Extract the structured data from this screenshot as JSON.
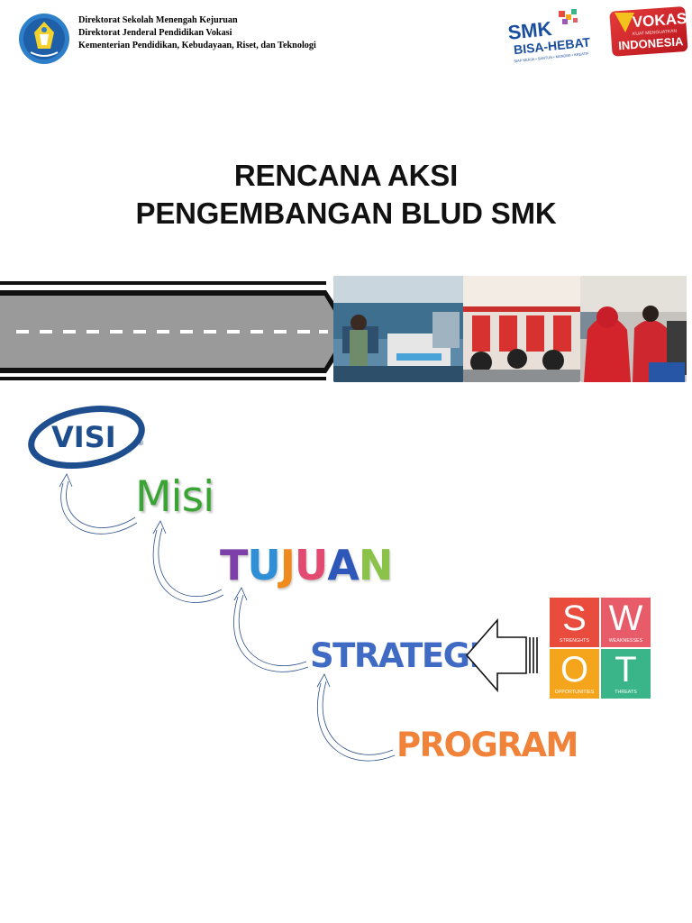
{
  "header": {
    "lines": [
      "Direktorat Sekolah Menengah Kejuruan",
      "Direktorat Jenderal Pendidikan Vokasi",
      "Kementerian Pendidikan, Kebudayaan, Riset, dan Teknologi"
    ],
    "logos": {
      "smk_main": "SMK",
      "smk_sub": "BISA-HEBAT",
      "smk_tagline": "SIAP KERJA • SANTUN • MANDIRI • KREATIF",
      "vokasi_main": "VOKASI",
      "vokasi_sub": "KUAT MENGUATKAN",
      "vokasi_country": "INDONESIA"
    }
  },
  "title": {
    "line1": "RENCANA AKSI",
    "line2": "PENGEMBANGAN BLUD SMK"
  },
  "flow": {
    "visi": "VISI",
    "misi": "Misi",
    "tujuan": [
      "T",
      "U",
      "J",
      "U",
      "A",
      "N"
    ],
    "strategi": "STRATEGI",
    "program": "PROGRAM"
  },
  "swot": {
    "cells": [
      {
        "letter": "S",
        "word": "STRENGHTS",
        "color": "#e94b3c"
      },
      {
        "letter": "W",
        "word": "WEAKNESSES",
        "color": "#e85c6a"
      },
      {
        "letter": "O",
        "word": "OPPORTUNITIES",
        "color": "#f4a51c"
      },
      {
        "letter": "T",
        "word": "THREATS",
        "color": "#3ab589"
      }
    ]
  },
  "colors": {
    "road": "#9a9a9a",
    "visi_blue": "#1f4e8e",
    "misi_green": "#3aa534",
    "strategi_blue": "#3f6bc5",
    "program_orange": "#f0823a",
    "tujuan_letters": [
      "#7d3fa8",
      "#2f8fd6",
      "#ef8a1c",
      "#e24a72",
      "#2d57b8",
      "#8bc34a"
    ]
  }
}
